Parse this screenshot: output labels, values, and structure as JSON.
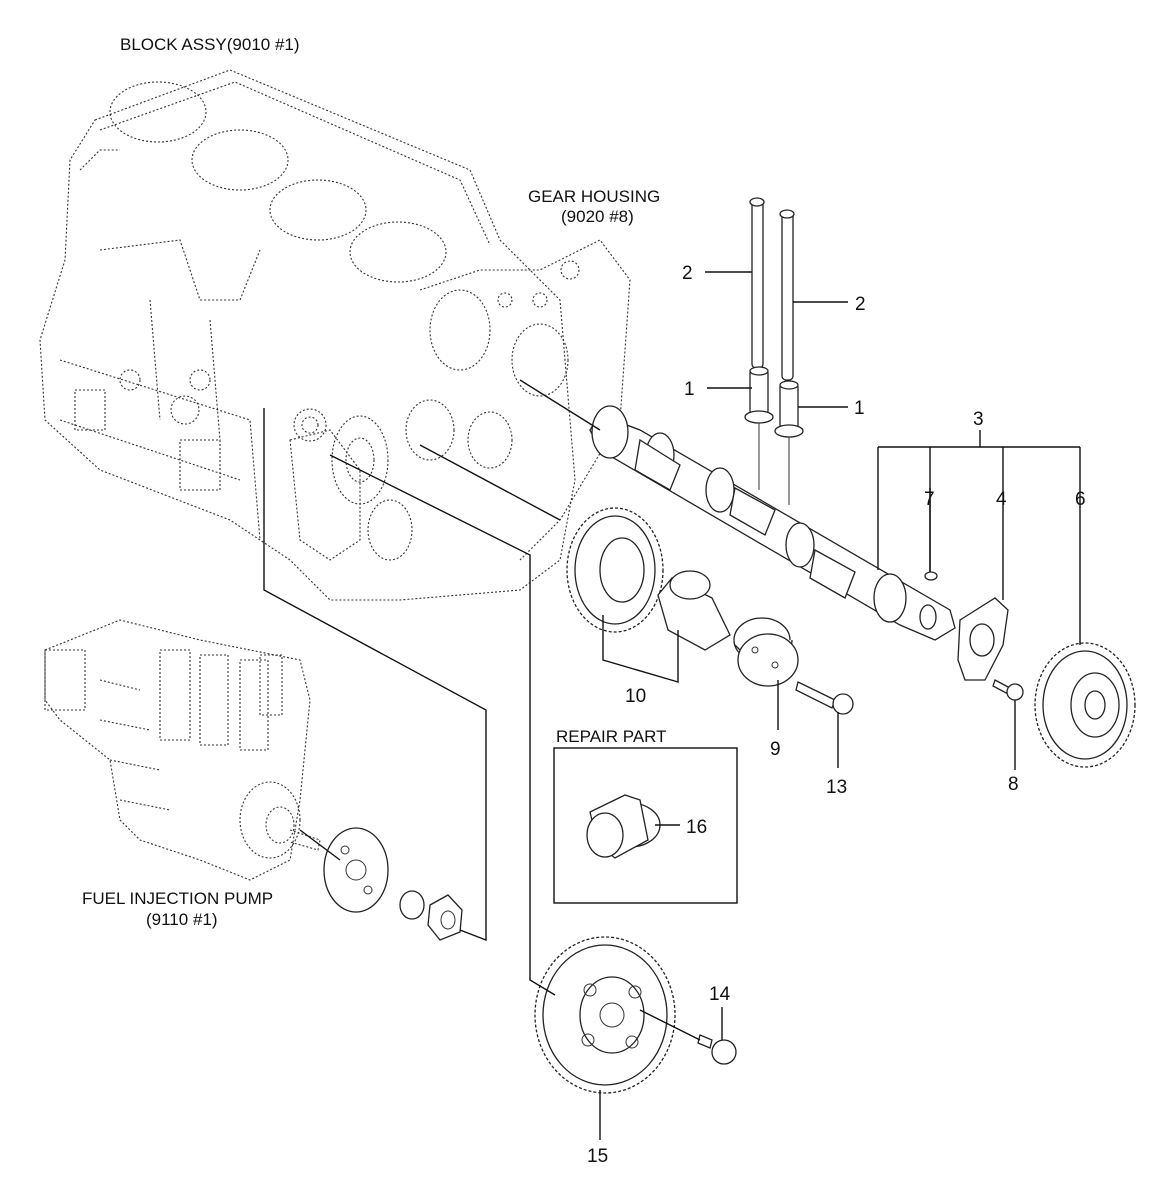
{
  "labels": {
    "block_assy": "BLOCK ASSY(9010 #1)",
    "gear_housing_1": "GEAR HOUSING",
    "gear_housing_2": "(9020 #8)",
    "repair_part": "REPAIR PART",
    "fuel_pump_1": "FUEL INJECTION PUMP",
    "fuel_pump_2": "(9110 #1)"
  },
  "callouts": {
    "c2a": "2",
    "c2b": "2",
    "c1a": "1",
    "c1b": "1",
    "c3": "3",
    "c7": "7",
    "c4": "4",
    "c6": "6",
    "c10": "10",
    "c9": "9",
    "c13": "13",
    "c8": "8",
    "c16": "16",
    "c14": "14",
    "c15": "15"
  }
}
